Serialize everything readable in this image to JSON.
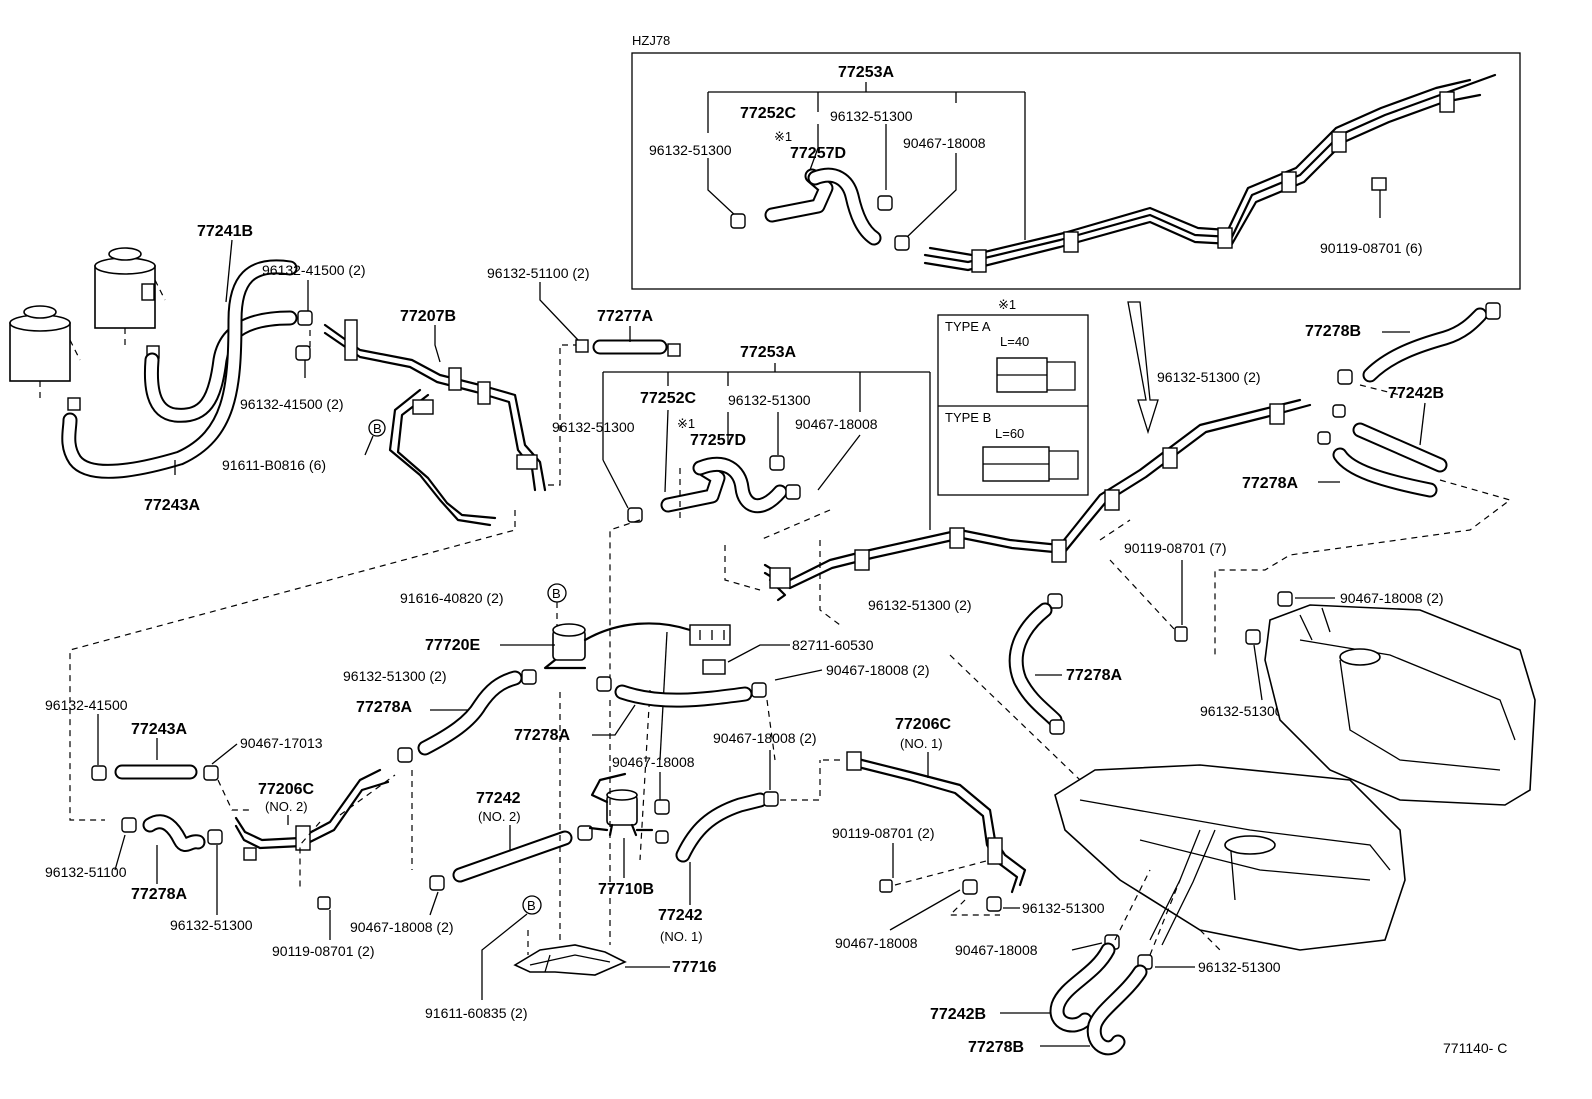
{
  "frame": {
    "variant_label": "HZJ78",
    "figure_code": "771140- C"
  },
  "type_inset": {
    "title": "※1",
    "type_a": {
      "label": "TYPE A",
      "length": "L=40"
    },
    "type_b": {
      "label": "TYPE B",
      "length": "L=60"
    }
  },
  "callouts": {
    "c77253A_top": "77253A",
    "c77252C_top": "77252C",
    "c96132_51300_top_a": "96132-51300",
    "c96132_51300_top_b": "96132-51300",
    "c90467_18008_top": "90467-18008",
    "c77257D_top": "77257D",
    "c_mark1_top": "※1",
    "c90119_08701_6": "90119-08701 (6)",
    "c77241B": "77241B",
    "c96132_41500_2a": "96132-41500 (2)",
    "c96132_41500_2b": "96132-41500 (2)",
    "c77207B": "77207B",
    "c91611_B0816": "91611-B0816 (6)",
    "c77243A_top": "77243A",
    "c96132_51100_2": "96132-51100 (2)",
    "c77277A": "77277A",
    "c77253A_mid": "77253A",
    "c77252C_mid": "77252C",
    "c96132_51300_mid_a": "96132-51300",
    "c96132_51300_mid_b": "96132-51300",
    "c_mark1_mid": "※1",
    "c77257D_mid": "77257D",
    "c90467_18008_mid": "90467-18008",
    "c77278B_top": "77278B",
    "c96132_51300_2_r": "96132-51300 (2)",
    "c77242B_r": "77242B",
    "c77278A_r": "77278A",
    "c90119_08701_7": "90119-08701 (7)",
    "c96132_51300_2_c": "96132-51300 (2)",
    "c90467_18008_2_tank": "90467-18008 (2)",
    "c77278A_c": "77278A",
    "c96132_51300_2_tank": "96132-51300 (2)",
    "c91616_40820": "91616-40820 (2)",
    "c77720E": "77720E",
    "c82711_60530": "82711-60530",
    "c96132_51300_2_l": "96132-51300 (2)",
    "c90467_18008_2_c": "90467-18008 (2)",
    "c77278A_l": "77278A",
    "c77278A_m": "77278A",
    "c96132_41500": "96132-41500",
    "c77243A_l": "77243A",
    "c90467_17013": "90467-17013",
    "c77206C_no2": "77206C",
    "c_no2_a": "(NO. 2)",
    "c77242_no2": "77242",
    "c_no2_b": "(NO. 2)",
    "c90467_18008_m": "90467-18008",
    "c90467_18008_2_m": "90467-18008 (2)",
    "c77206C_no1": "77206C",
    "c_no1_a": "(NO. 1)",
    "c96132_51100": "96132-51100",
    "c77278A_ll": "77278A",
    "c96132_51300_ll": "96132-51300",
    "c90119_08701_2_l": "90119-08701 (2)",
    "c90467_18008_2_ll": "90467-18008 (2)",
    "c77710B": "77710B",
    "c77242_no1": "77242",
    "c_no1_b": "(NO. 1)",
    "c90119_08701_2_c": "90119-08701 (2)",
    "c90467_18008_bc": "90467-18008",
    "c96132_51300_bc": "96132-51300",
    "c90467_18008_bc2": "90467-18008",
    "c96132_51300_br": "96132-51300",
    "c77716": "77716",
    "c91611_60835": "91611-60835 (2)",
    "c77242B_b": "77242B",
    "c77278B_b": "77278B",
    "c_ref_b1": "B",
    "c_ref_b2": "B",
    "c_ref_b3": "B"
  }
}
